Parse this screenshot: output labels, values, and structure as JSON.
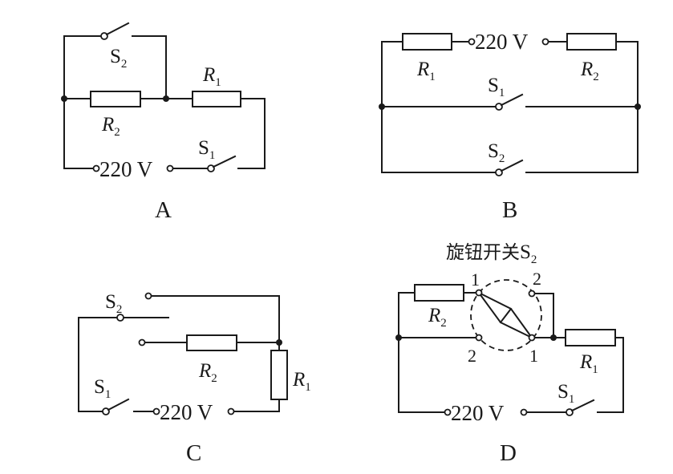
{
  "question": {
    "type": "circuit-diagram-options",
    "options": [
      {
        "letter": "A",
        "source_label": "220 V",
        "r1": {
          "name": "R",
          "sub": "1"
        },
        "r2": {
          "name": "R",
          "sub": "2"
        },
        "s1": {
          "name": "S",
          "sub": "1"
        },
        "s2": {
          "name": "S",
          "sub": "2"
        }
      },
      {
        "letter": "B",
        "source_label": "220 V",
        "r1": {
          "name": "R",
          "sub": "1"
        },
        "r2": {
          "name": "R",
          "sub": "2"
        },
        "s1": {
          "name": "S",
          "sub": "1"
        },
        "s2": {
          "name": "S",
          "sub": "2"
        }
      },
      {
        "letter": "C",
        "source_label": "220 V",
        "r1": {
          "name": "R",
          "sub": "1"
        },
        "r2": {
          "name": "R",
          "sub": "2"
        },
        "s1": {
          "name": "S",
          "sub": "1"
        },
        "s2": {
          "name": "S",
          "sub": "2"
        }
      },
      {
        "letter": "D",
        "source_label": "220 V",
        "r1": {
          "name": "R",
          "sub": "1"
        },
        "r2": {
          "name": "R",
          "sub": "2"
        },
        "s1": {
          "name": "S",
          "sub": "1"
        },
        "rotary_switch": {
          "title": "旋钮开关",
          "name": "S",
          "sub": "2",
          "contact_top_left": "1",
          "contact_top_right": "2",
          "contact_bottom_left": "2",
          "contact_bottom_right": "1"
        }
      }
    ]
  },
  "colors": {
    "ink": "#1a1a1a",
    "background": "#ffffff"
  }
}
